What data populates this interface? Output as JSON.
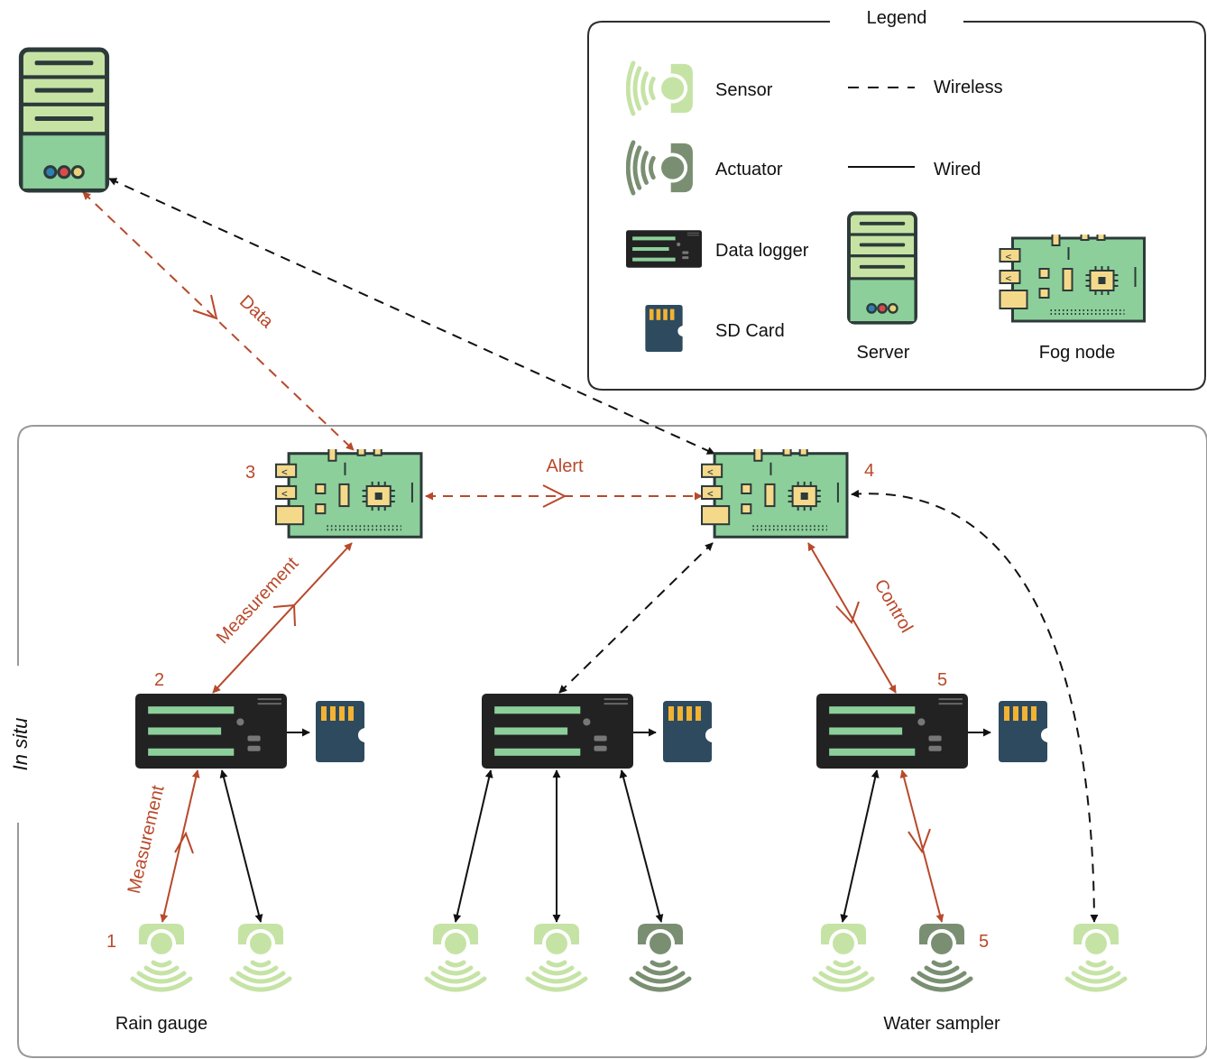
{
  "legend": {
    "title": "Legend",
    "sensor": "Sensor",
    "actuator": "Actuator",
    "data_logger": "Data logger",
    "sd_card": "SD Card",
    "wireless": "Wireless",
    "wired": "Wired",
    "server": "Server",
    "fog_node": "Fog node"
  },
  "in_situ_label": "In situ",
  "links": {
    "data": "Data",
    "alert": "Alert",
    "measurement_fog": "Measurement",
    "measurement_sensor": "Measurement",
    "control": "Control"
  },
  "numbers": {
    "n1": "1",
    "n2": "2",
    "n3": "3",
    "n4": "4",
    "n5_logger": "5",
    "n5_sampler": "5"
  },
  "devices": {
    "rain_gauge": "Rain gauge",
    "water_sampler": "Water sampler"
  },
  "colors": {
    "accent_red": "#b8492b",
    "sensor_green": "#c6e3a6",
    "actuator_gray": "#7a8f72",
    "board_green": "#8ccf9a",
    "logger_dark": "#222222",
    "sd_navy": "#2e4a5e"
  }
}
